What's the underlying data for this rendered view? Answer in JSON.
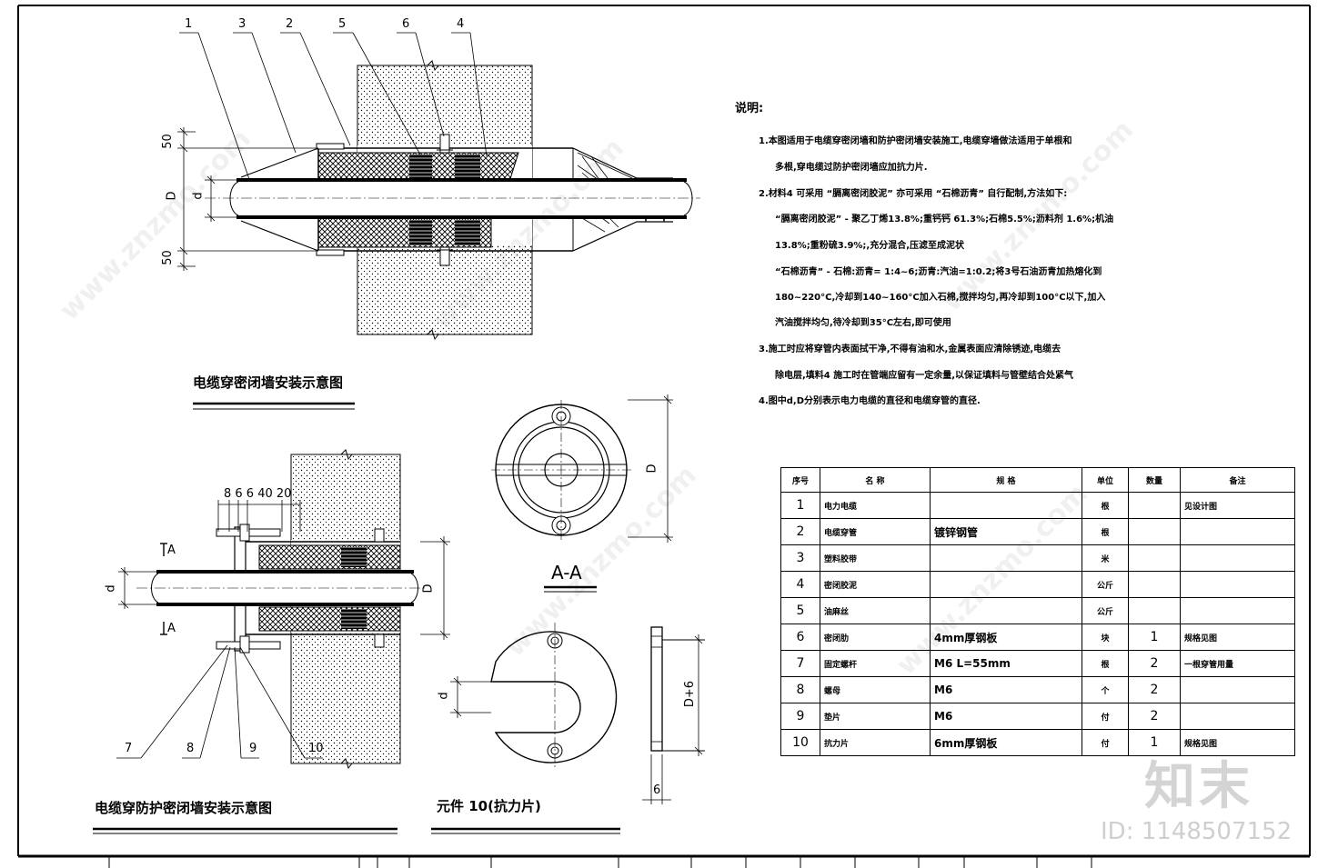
{
  "drawing1": {
    "title": "电缆穿密闭墙安装示意图",
    "callouts": [
      "1",
      "3",
      "2",
      "5",
      "6",
      "4"
    ],
    "dims": {
      "top_gap": "50",
      "bottom_gap": "50",
      "outer": "D",
      "inner": "d"
    }
  },
  "drawing2": {
    "title": "电缆穿防护密闭墙安装示意图",
    "callouts": [
      "7",
      "8",
      "9",
      "10"
    ],
    "dims": {
      "spacing": "8 6 6 40 20",
      "inner": "d",
      "outer": "D"
    },
    "section_mark": "A"
  },
  "section_aa": {
    "label": "A-A",
    "dim": "D"
  },
  "part10": {
    "title": "元件  10(抗力片)",
    "dim_d": "d",
    "dim_h": "D+6",
    "dim_t": "6"
  },
  "notes": {
    "title": "说明:",
    "lines": [
      "1.本图适用于电缆穿密闭墙和防护密闭墙安装施工,电缆穿墙做法适用于单根和",
      "多根,穿电缆过防护密闭墙应加抗力片.",
      "2.材料4 可采用 “膈离密闭胶泥” 亦可采用 “石棉沥青” 自行配制,方法如下:",
      "“膈离密闭胶泥” - 聚乙丁烯13.8%;重钙钙 61.3%;石棉5.5%;沥料剂 1.6%;机油",
      "13.8%;重粉硫3.9%;,充分混合,压滤至成泥状",
      "“石棉沥青” - 石棉:沥青= 1:4~6;沥青:汽油=1:0.2;将3号石油沥青加热熔化到",
      "180~220°C,冷却到140~160°C加入石棉,搅拌均匀,再冷却到100°C以下,加入",
      "汽油搅拌均匀,待冷却到35°C左右,即可使用",
      "3.施工时应将穿管内表面拭干净,不得有油和水,金属表面应清除锈迹,电缆去",
      "除电层,填料4 施工时在管端应留有一定余量,以保证填料与管壁结合处紧气",
      "4.图中d,D分别表示电力电缆的直径和电缆穿管的直径."
    ]
  },
  "parts_table": {
    "headers": [
      "序号",
      "名  称",
      "规  格",
      "单位",
      "数量",
      "备注"
    ],
    "rows": [
      [
        "1",
        "电力电缆",
        "",
        "根",
        "",
        "见设计图"
      ],
      [
        "2",
        "电缆穿管",
        "镀锌钢管",
        "根",
        "",
        ""
      ],
      [
        "3",
        "塑料胶带",
        "",
        "米",
        "",
        ""
      ],
      [
        "4",
        "密闭胶泥",
        "",
        "公斤",
        "",
        ""
      ],
      [
        "5",
        "油麻丝",
        "",
        "公斤",
        "",
        ""
      ],
      [
        "6",
        "密闭肋",
        "4mm厚钢板",
        "块",
        "1",
        "规格见图"
      ],
      [
        "7",
        "固定螺杆",
        "M6   L=55mm",
        "根",
        "2",
        "一根穿管用量"
      ],
      [
        "8",
        "螺母",
        "M6",
        "个",
        "2",
        ""
      ],
      [
        "9",
        "垫片",
        "M6",
        "付",
        "2",
        ""
      ],
      [
        "10",
        "抗力片",
        "6mm厚钢板",
        "付",
        "1",
        "规格见图"
      ]
    ]
  },
  "watermark": {
    "brand": "知末",
    "id": "ID: 1148507152",
    "site": "www.znzmo.com"
  }
}
